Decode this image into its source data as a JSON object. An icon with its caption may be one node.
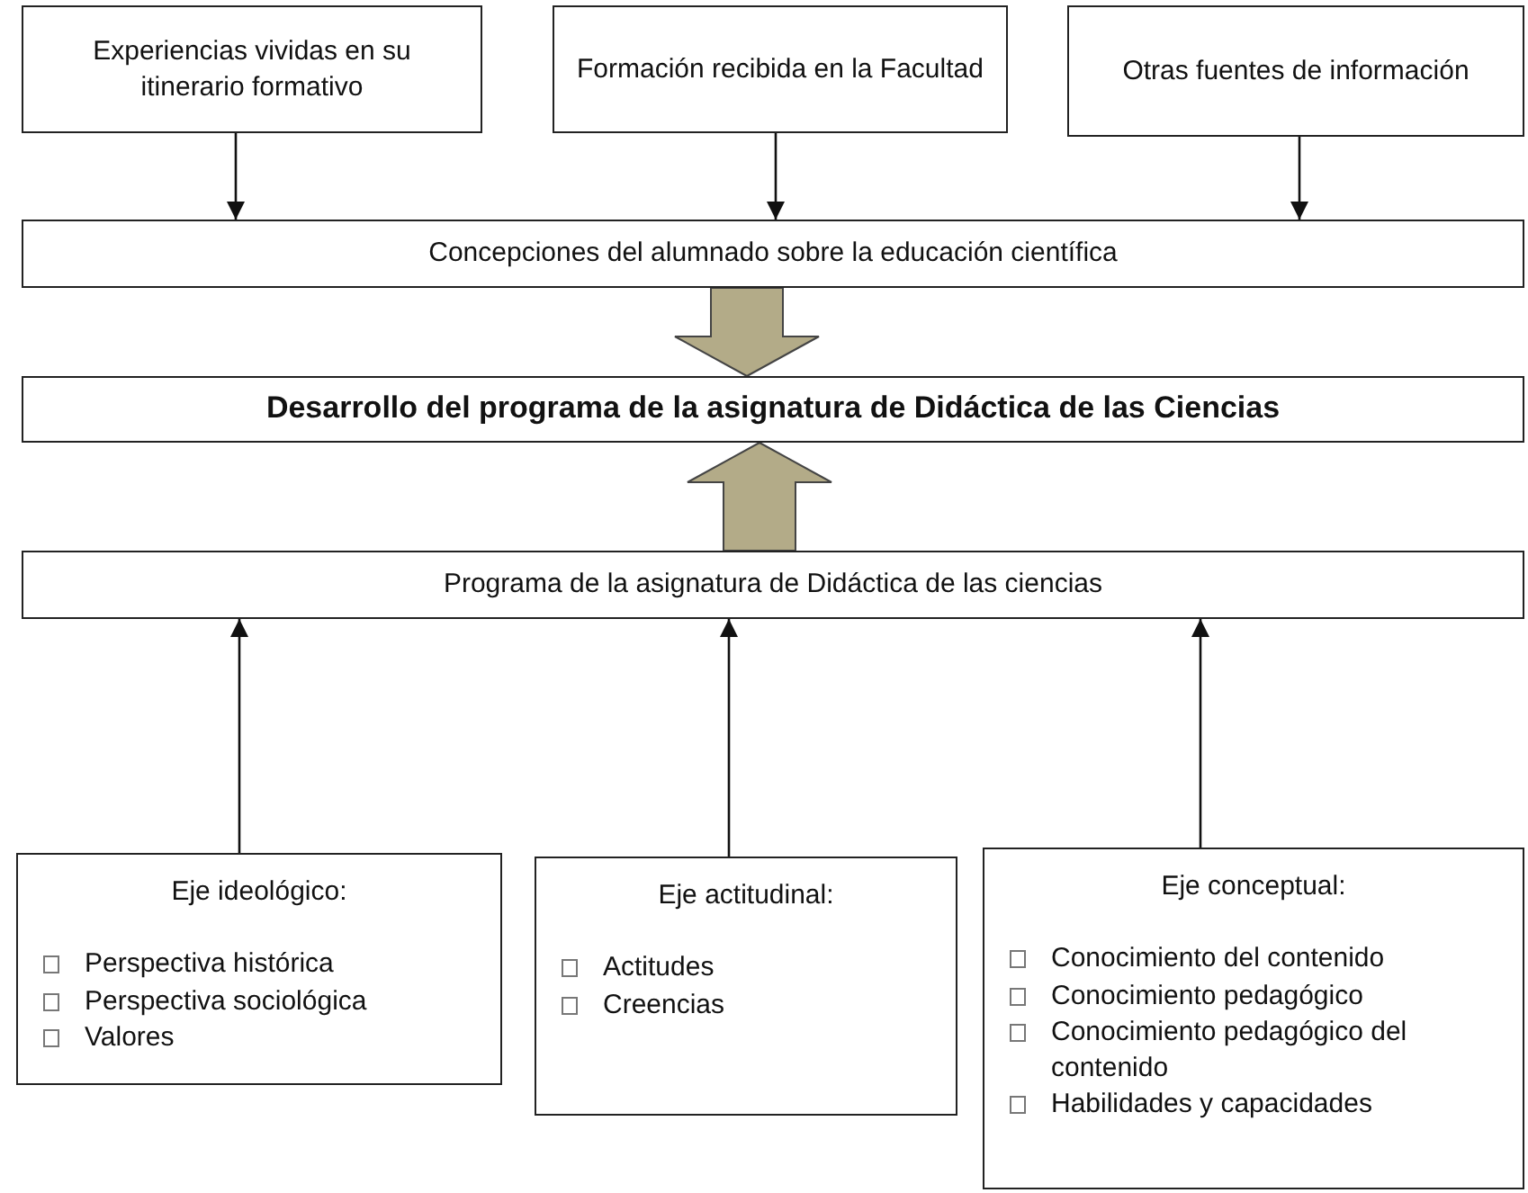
{
  "diagram": {
    "nodes": [
      {
        "text": [
          "Experiencias vividas en su itinerario formativo"
        ]
      },
      {
        "text": [
          "Formación recibida en la Facultad"
        ]
      },
      {
        "text": [
          "Otras fuentes de información"
        ]
      },
      {
        "text": [
          "Concepciones del alumnado sobre la educación científica"
        ]
      },
      {
        "text": [
          "Desarrollo del programa de la asignatura de Didáctica de las Ciencias"
        ]
      },
      {
        "text": [
          "Programa de la asignatura de Didáctica de las ciencias"
        ]
      },
      {
        "text": [
          "Eje ideológico:",
          "Perspectiva histórica",
          "Perspectiva sociológica",
          "Valores"
        ]
      },
      {
        "text": [
          "Eje actitudinal:",
          "Actitudes",
          "Creencias"
        ]
      },
      {
        "text": [
          "Eje conceptual:",
          "Conocimiento del contenido",
          "Conocimiento pedagógico",
          "Conocimiento pedagógico del contenido",
          "Habilidades y capacidades"
        ]
      }
    ],
    "edges": [
      {
        "from": 0,
        "to": 3,
        "arrow": "to"
      },
      {
        "from": 1,
        "to": 3,
        "arrow": "to"
      },
      {
        "from": 2,
        "to": 3,
        "arrow": "to"
      },
      {
        "from": 3,
        "to": 4,
        "arrow": "to",
        "style": "thick",
        "color": "#b3ab88"
      },
      {
        "from": 5,
        "to": 4,
        "arrow": "to",
        "style": "thick",
        "color": "#b3ab88"
      },
      {
        "from": 6,
        "to": 5,
        "arrow": "to"
      },
      {
        "from": 7,
        "to": 5,
        "arrow": "to"
      },
      {
        "from": 8,
        "to": 5,
        "arrow": "to"
      }
    ]
  }
}
